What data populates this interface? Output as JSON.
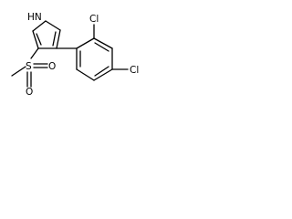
{
  "molecule": {
    "atoms": {
      "nh": "HN",
      "cl_ortho": "Cl",
      "cl_para": "Cl",
      "s": "S",
      "o_right": "O",
      "o_bottom": "O"
    }
  }
}
